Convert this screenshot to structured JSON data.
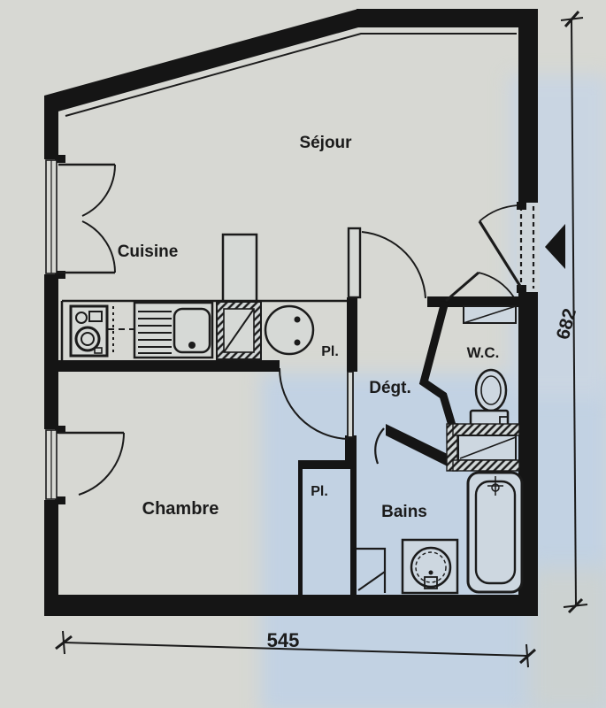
{
  "plan": {
    "rooms": {
      "sejour": "Séjour",
      "cuisine": "Cuisine",
      "chambre": "Chambre",
      "bains": "Bains",
      "wc": "W.C.",
      "degagement": "Dégt.",
      "placard_counter": "Pl.",
      "placard_chambre": "Pl."
    },
    "dimensions": {
      "width": "545",
      "height": "682"
    },
    "fixtures": [
      "washing-machine-icon",
      "kitchen-sink-icon",
      "refrigerator-icon",
      "cooktop-icon",
      "tall-unit-icon",
      "toilet-icon",
      "hand-basin-icon",
      "bathtub-icon",
      "washbasin-icon",
      "entrance-arrow-icon"
    ],
    "colors": {
      "ink": "#1b1b1b",
      "paper_gray": "#d7d8d3",
      "paper_blue": "#c2d2e3"
    }
  }
}
